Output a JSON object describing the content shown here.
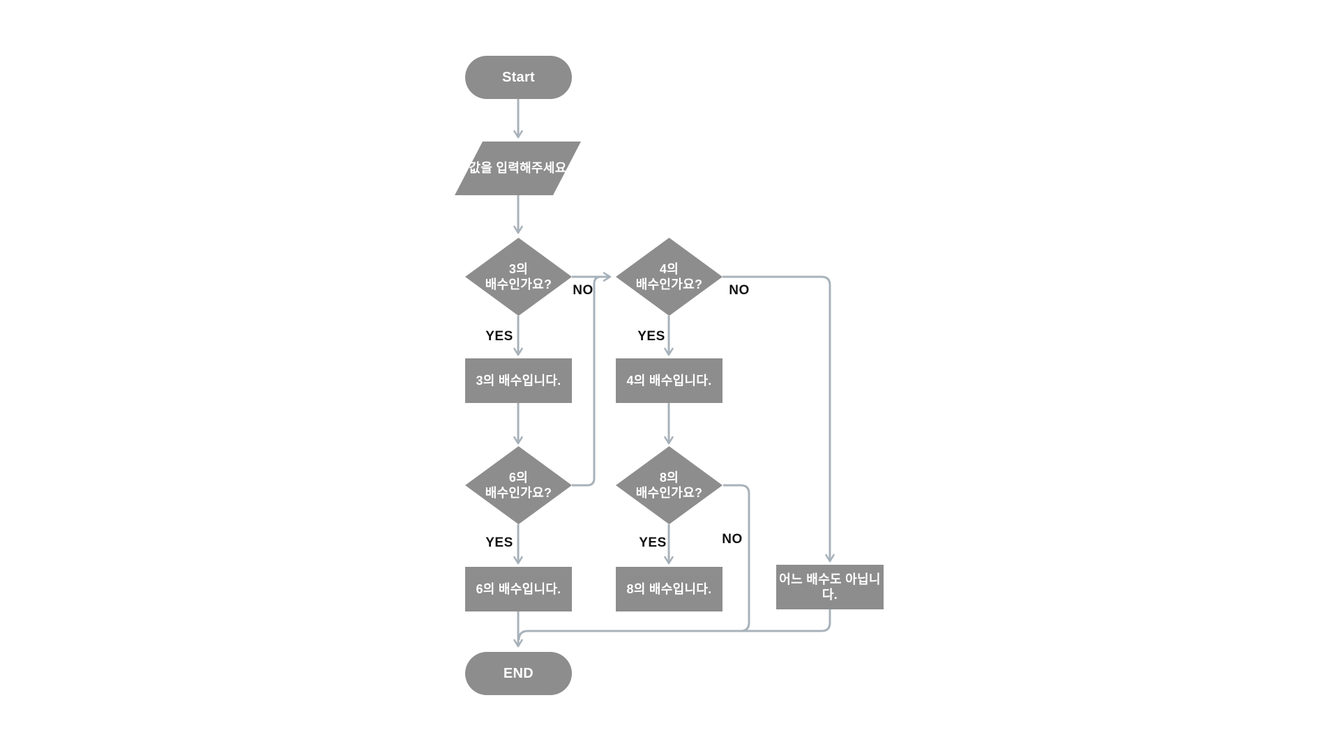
{
  "diagram": {
    "background": "#ffffff",
    "node_fill": "#8d8d8d",
    "node_text_color": "#ffffff",
    "connector_color": "#a8b2ba",
    "edge_label_color": "#111111",
    "nodes": {
      "start": {
        "label": "Start",
        "shape": "terminator"
      },
      "input": {
        "label": "값을 입력해주세요",
        "shape": "parallelogram"
      },
      "is_multiple_of_3": {
        "line1": "3의",
        "line2": "배수인가요?",
        "shape": "diamond"
      },
      "is_multiple_of_4": {
        "line1": "4의",
        "line2": "배수인가요?",
        "shape": "diamond"
      },
      "multiple_of_3": {
        "label": "3의 배수입니다.",
        "shape": "rect"
      },
      "multiple_of_4": {
        "label": "4의 배수입니다.",
        "shape": "rect"
      },
      "is_multiple_of_6": {
        "line1": "6의",
        "line2": "배수인가요?",
        "shape": "diamond"
      },
      "is_multiple_of_8": {
        "line1": "8의",
        "line2": "배수인가요?",
        "shape": "diamond"
      },
      "multiple_of_6": {
        "label": "6의 배수입니다.",
        "shape": "rect"
      },
      "multiple_of_8": {
        "label": "8의 배수입니다.",
        "shape": "rect"
      },
      "no_multiple": {
        "label": "어느 배수도 아닙니다.",
        "shape": "rect"
      },
      "end": {
        "label": "END",
        "shape": "terminator"
      }
    },
    "edge_labels": {
      "d3_yes": "YES",
      "d3_no": "NO",
      "d4_yes": "YES",
      "d4_no": "NO",
      "d6_yes": "YES",
      "d8_yes": "YES",
      "d8_no": "NO"
    },
    "edges": [
      {
        "from": "start",
        "to": "input",
        "label": ""
      },
      {
        "from": "input",
        "to": "is_multiple_of_3",
        "label": ""
      },
      {
        "from": "is_multiple_of_3",
        "to": "multiple_of_3",
        "label": "YES"
      },
      {
        "from": "is_multiple_of_3",
        "to": "is_multiple_of_4",
        "label": "NO"
      },
      {
        "from": "multiple_of_3",
        "to": "is_multiple_of_6",
        "label": ""
      },
      {
        "from": "is_multiple_of_6",
        "to": "multiple_of_6",
        "label": "YES"
      },
      {
        "from": "is_multiple_of_6",
        "to": "is_multiple_of_4",
        "label": ""
      },
      {
        "from": "is_multiple_of_4",
        "to": "multiple_of_4",
        "label": "YES"
      },
      {
        "from": "is_multiple_of_4",
        "to": "no_multiple",
        "label": "NO"
      },
      {
        "from": "multiple_of_4",
        "to": "is_multiple_of_8",
        "label": ""
      },
      {
        "from": "is_multiple_of_8",
        "to": "multiple_of_8",
        "label": "YES"
      },
      {
        "from": "is_multiple_of_8",
        "to": "end",
        "label": "NO"
      },
      {
        "from": "multiple_of_6",
        "to": "end",
        "label": ""
      },
      {
        "from": "no_multiple",
        "to": "end",
        "label": ""
      }
    ]
  }
}
